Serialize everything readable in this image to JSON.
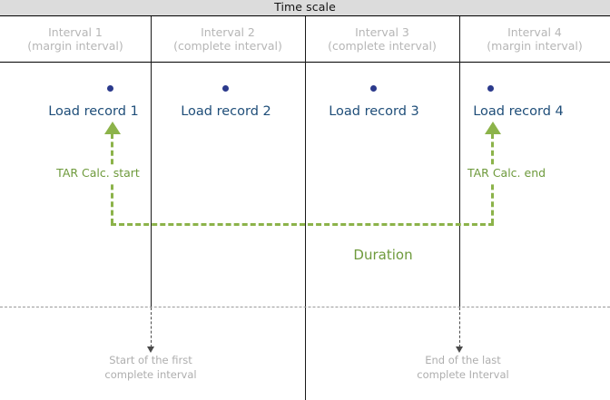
{
  "header": {
    "title": "Time scale"
  },
  "intervals": [
    {
      "name": "Interval  1",
      "kind": "(margin interval)"
    },
    {
      "name": "Interval  2",
      "kind": "(complete interval)"
    },
    {
      "name": "Interval  3",
      "kind": "(complete interval)"
    },
    {
      "name": "Interval  4",
      "kind": "(margin interval)"
    }
  ],
  "records": [
    {
      "label": "Load record 1"
    },
    {
      "label": "Load record 2"
    },
    {
      "label": "Load record 3"
    },
    {
      "label": "Load record 4"
    }
  ],
  "annotations": {
    "calc_start": "TAR Calc. start",
    "calc_end": "TAR Calc. end",
    "duration": "Duration"
  },
  "footnotes": [
    {
      "line1": "Start of the first",
      "line2": "complete interval"
    },
    {
      "line1": "End of the last",
      "line2": "complete Interval"
    }
  ],
  "colors": {
    "title_bar_bg": "#dcdcdc",
    "title_text": "#141414",
    "interval_header_text": "#b6b6b6",
    "record_dot": "#2b3a8c",
    "record_text": "#1f4e79",
    "accent_green": "#8cb34a",
    "duration_green": "#6e9a3c",
    "grid_line": "#1a1a1a",
    "footnote_text": "#aeaeae",
    "footnote_arrow": "#4a4a4a"
  }
}
